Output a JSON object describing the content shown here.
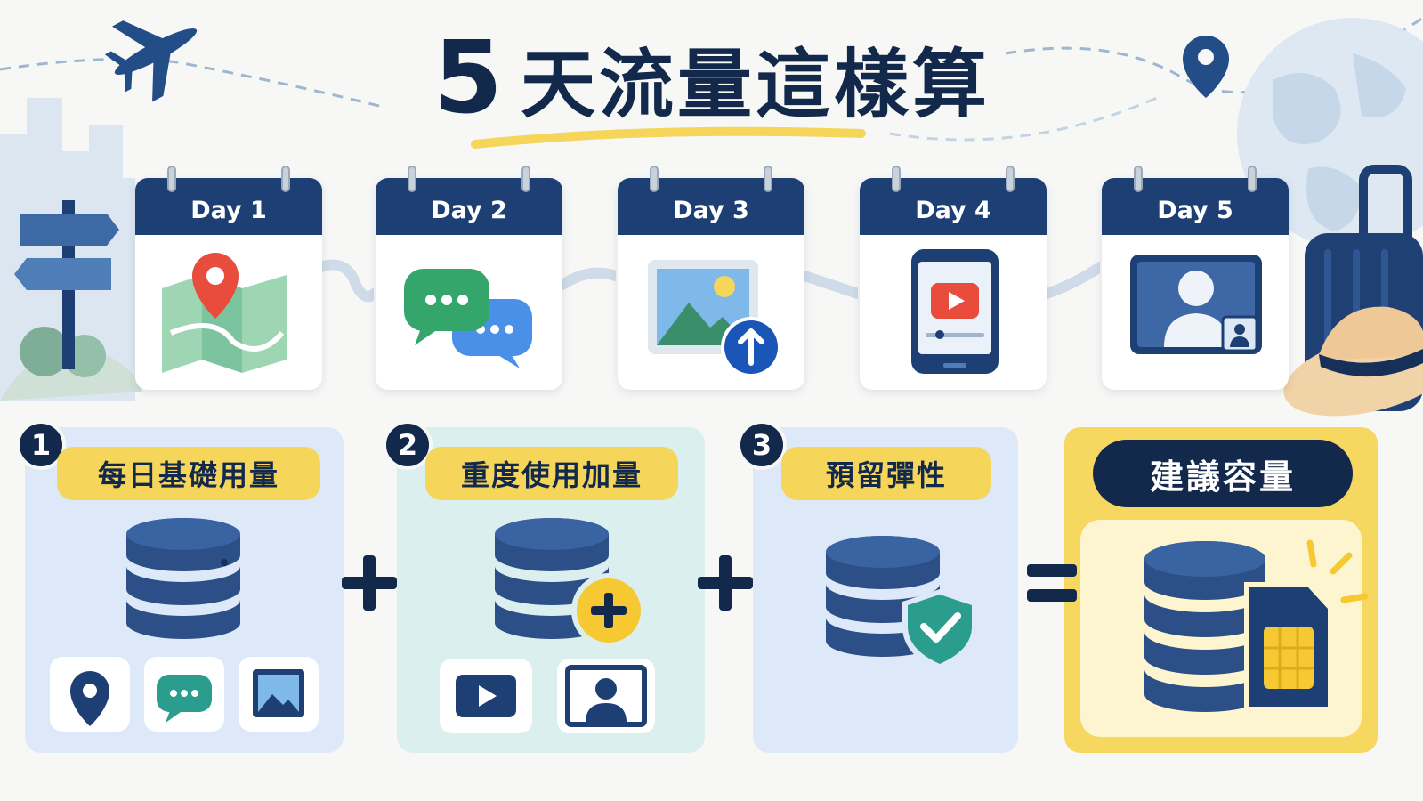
{
  "title": {
    "number": "5",
    "text": "天流量這樣算"
  },
  "days": [
    {
      "label": "Day 1",
      "icon": "map-pin-icon"
    },
    {
      "label": "Day 2",
      "icon": "chat-bubbles-icon"
    },
    {
      "label": "Day 3",
      "icon": "photo-upload-icon"
    },
    {
      "label": "Day 4",
      "icon": "video-phone-icon"
    },
    {
      "label": "Day 5",
      "icon": "video-call-icon"
    }
  ],
  "steps": [
    {
      "number": "1",
      "label": "每日基礎用量",
      "icons": [
        "location-icon",
        "chat-icon",
        "image-icon"
      ]
    },
    {
      "number": "2",
      "label": "重度使用加量",
      "icons": [
        "video-play-icon",
        "person-frame-icon"
      ]
    },
    {
      "number": "3",
      "label": "預留彈性",
      "icons": [
        "shield-check-icon"
      ]
    }
  ],
  "result": {
    "label": "建議容量",
    "icons": [
      "database-icon",
      "sim-card-icon"
    ]
  },
  "operators": {
    "plus": "+",
    "equals": "="
  },
  "colors": {
    "navy": "#13294b",
    "header_blue": "#1e3f74",
    "db_blue": "#2b4f86",
    "yellow": "#f6d55b",
    "panel_blue": "#dde9f8",
    "panel_teal": "#dcefef",
    "teal": "#2a9d8f"
  }
}
